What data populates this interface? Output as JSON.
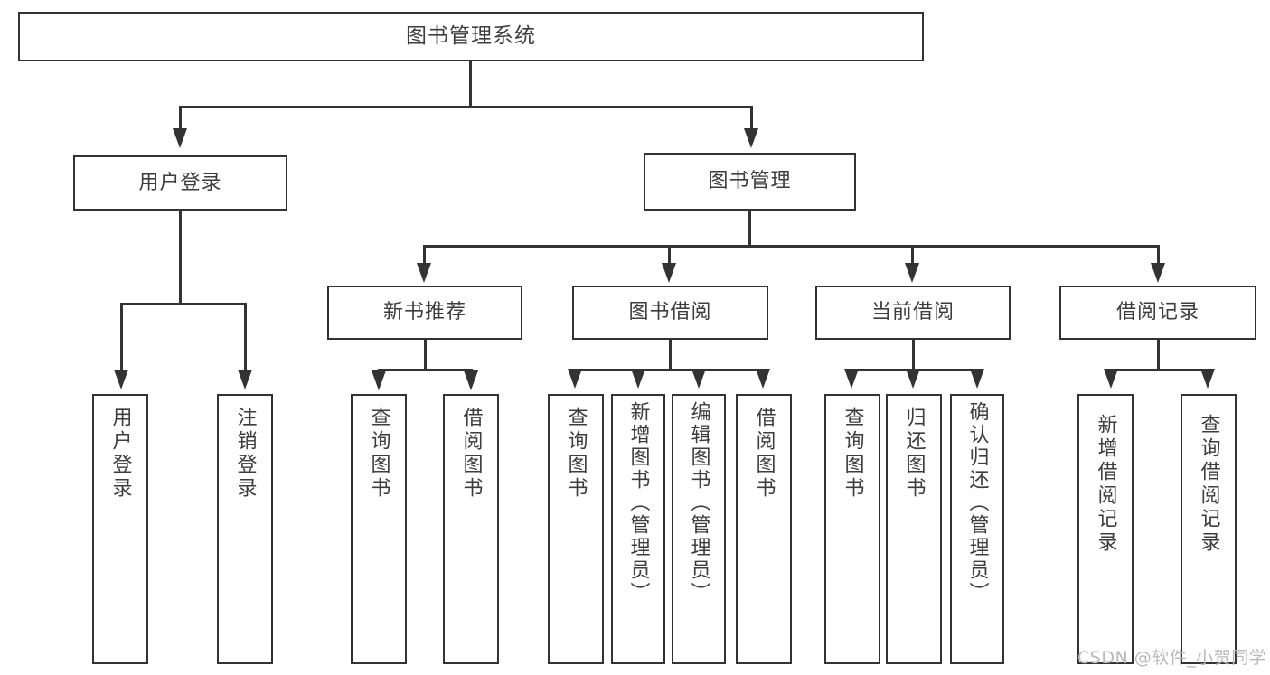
{
  "diagram": {
    "title": "图书管理系统",
    "type": "hierarchy-tree",
    "root": {
      "label": "图书管理系统"
    },
    "level2": [
      {
        "label": "用户登录"
      },
      {
        "label": "图书管理"
      }
    ],
    "level3": [
      {
        "label": "新书推荐"
      },
      {
        "label": "图书借阅"
      },
      {
        "label": "当前借阅"
      },
      {
        "label": "借阅记录"
      }
    ],
    "leaves": {
      "user_login": [
        {
          "label": "用户登录"
        },
        {
          "label": "注销登录"
        }
      ],
      "new_book_recommend": [
        {
          "label": "查询图书"
        },
        {
          "label": "借阅图书"
        }
      ],
      "book_borrow": [
        {
          "label": "查询图书"
        },
        {
          "label": "新增图书（管理员）"
        },
        {
          "label": "编辑图书（管理员）"
        },
        {
          "label": "借阅图书"
        }
      ],
      "current_borrow": [
        {
          "label": "查询图书"
        },
        {
          "label": "归还图书"
        },
        {
          "label": "确认归还（管理员）"
        }
      ],
      "borrow_record": [
        {
          "label": "新增借阅记录"
        },
        {
          "label": "查询借阅记录"
        }
      ]
    }
  },
  "watermark": {
    "text": "CSDN @软件_小贺同学"
  },
  "colors": {
    "stroke": "#333333",
    "text": "#3d3d3d",
    "background": "#ffffff",
    "watermark": "#b9b9b9"
  }
}
